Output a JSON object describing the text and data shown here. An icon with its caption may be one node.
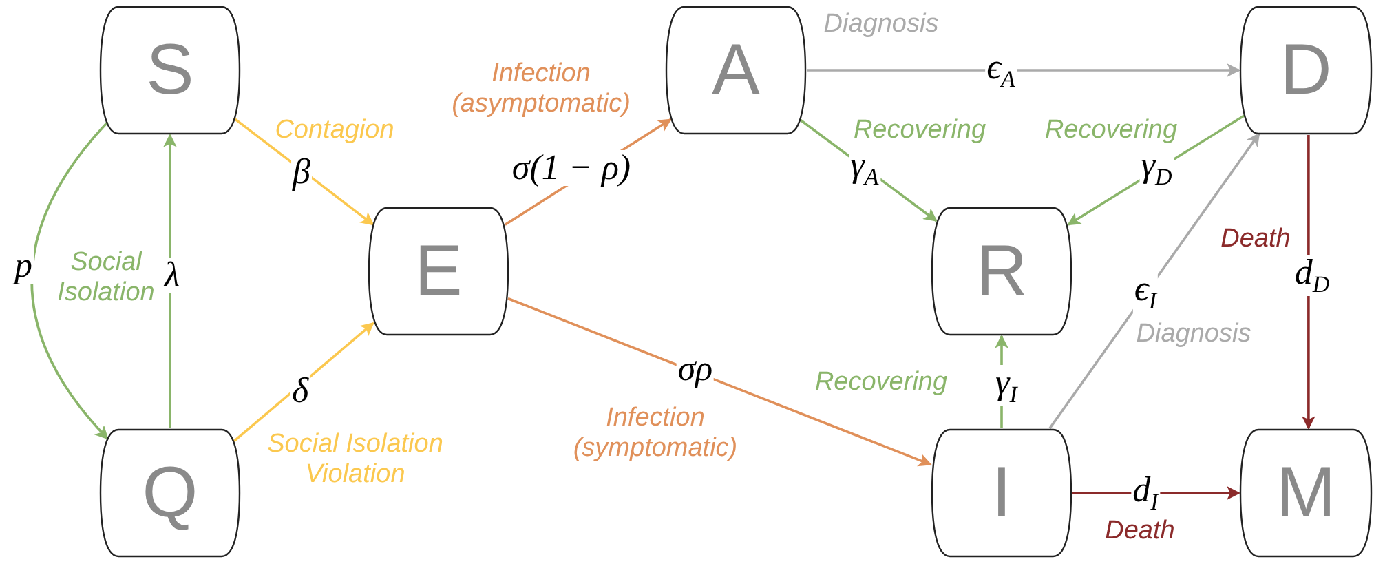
{
  "diagram": {
    "nodes": [
      {
        "text": [
          "S"
        ]
      },
      {
        "text": [
          "Q"
        ]
      },
      {
        "text": [
          "E"
        ]
      },
      {
        "text": [
          "A"
        ]
      },
      {
        "text": [
          "D"
        ]
      },
      {
        "text": [
          "R"
        ]
      },
      {
        "text": [
          "I"
        ]
      },
      {
        "text": [
          "M"
        ]
      }
    ],
    "edges": [
      {
        "from": 0,
        "to": 2,
        "arrow": "to",
        "label": "β",
        "color": "#fbc84f"
      },
      {
        "from": 1,
        "to": 2,
        "arrow": "to",
        "label": "δ",
        "color": "#fbc84f"
      },
      {
        "from": 0,
        "to": 1,
        "arrow": "to",
        "label": "p"
      },
      {
        "from": 1,
        "to": 0,
        "arrow": "to",
        "label": "λ"
      },
      {
        "from": 2,
        "to": 3,
        "arrow": "to",
        "label": "σ(1 − ρ)",
        "color": "#e0905a"
      },
      {
        "from": 2,
        "to": 6,
        "arrow": "to",
        "label": "σρ",
        "color": "#e0905a"
      },
      {
        "from": 3,
        "to": 4,
        "arrow": "to",
        "label": "ϵ$_{A}$",
        "color": "#aaaaaa"
      },
      {
        "from": 3,
        "to": 5,
        "arrow": "to",
        "label": "γ$_{A}$"
      },
      {
        "from": 4,
        "to": 5,
        "arrow": "to",
        "label": "γ$_{D}$"
      },
      {
        "from": 6,
        "to": 5,
        "arrow": "to",
        "label": "γ$_{I}$"
      },
      {
        "from": 6,
        "to": 4,
        "arrow": "to",
        "label": "ϵ$_{I}$",
        "color": "#aaaaaa"
      },
      {
        "from": 4,
        "to": 7,
        "arrow": "to",
        "label": "d$_{D}$",
        "color": "#8b2a2a"
      },
      {
        "from": 6,
        "to": 7,
        "arrow": "to",
        "label": "d$_{I}$",
        "color": "#8b2a2a"
      }
    ],
    "labels": [
      "Diagnosis",
      "Infection (asymptomatic)",
      "Contagion",
      "Recovering",
      "Recovering",
      "Death",
      "Social Isolation",
      "Diagnosis",
      "Recovering",
      "Infection (symptomatic)",
      "Social Isolation Violation",
      "Death"
    ]
  }
}
